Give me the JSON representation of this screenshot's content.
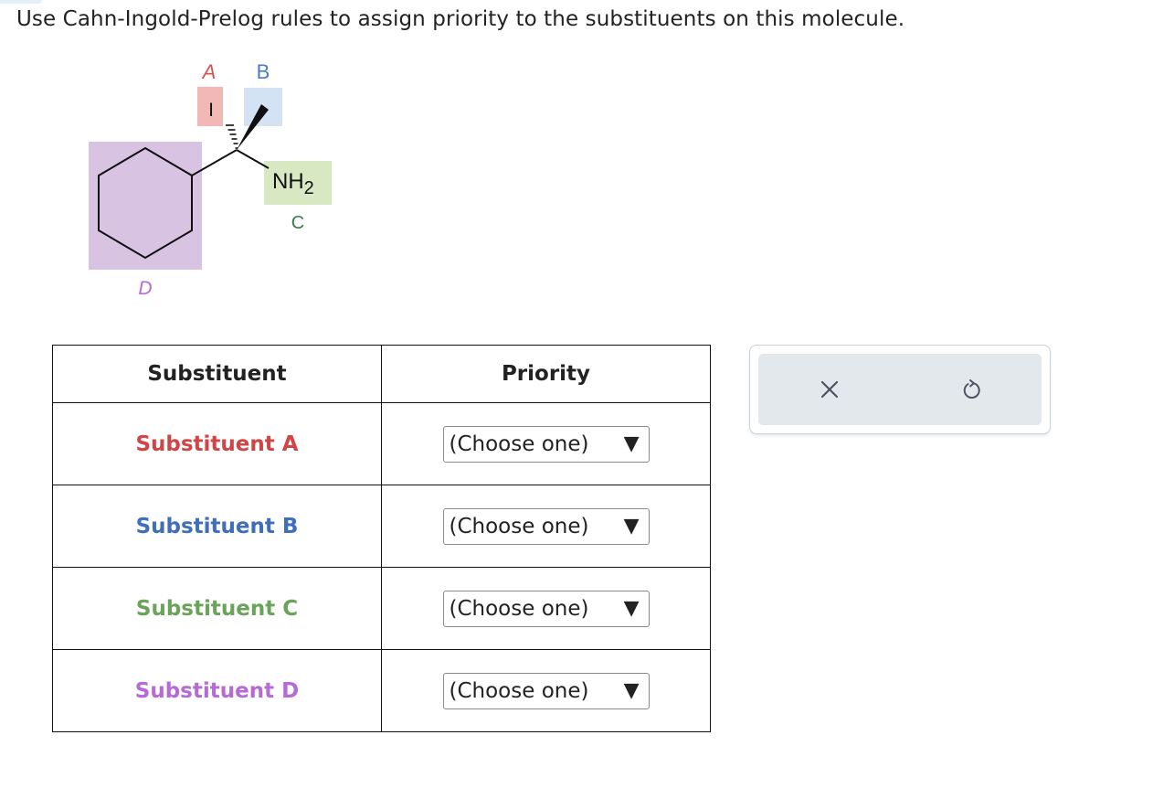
{
  "question": {
    "text": "Use Cahn-Ingold-Prelog rules to assign priority to the substituents on this molecule."
  },
  "molecule": {
    "labels": {
      "a": "A",
      "b": "B",
      "c": "C",
      "d": "D"
    },
    "substituent_a_atom": "I",
    "substituent_c_group": {
      "main": "NH",
      "subscript": "2"
    },
    "colors": {
      "a_label": "#d9534f",
      "a_highlight": "#f2b8b5",
      "b_label": "#4a7cc4",
      "b_highlight": "#d4e3f4",
      "c_label": "#3a7a4a",
      "c_highlight": "#d7e8c2",
      "d_label": "#b56ad6",
      "d_highlight": "#d9c3e2"
    }
  },
  "table": {
    "headers": {
      "substituent": "Substituent",
      "priority": "Priority"
    },
    "rows": [
      {
        "label": "Substituent A",
        "color": "#d04545",
        "selected": "(Choose one)"
      },
      {
        "label": "Substituent B",
        "color": "#3f6fb8",
        "selected": "(Choose one)"
      },
      {
        "label": "Substituent C",
        "color": "#6aa35a",
        "selected": "(Choose one)"
      },
      {
        "label": "Substituent D",
        "color": "#b56ad6",
        "selected": "(Choose one)"
      }
    ],
    "dropdown_arrow": "▼"
  },
  "tools": {
    "clear_icon": "close-icon",
    "reset_icon": "undo-icon"
  }
}
